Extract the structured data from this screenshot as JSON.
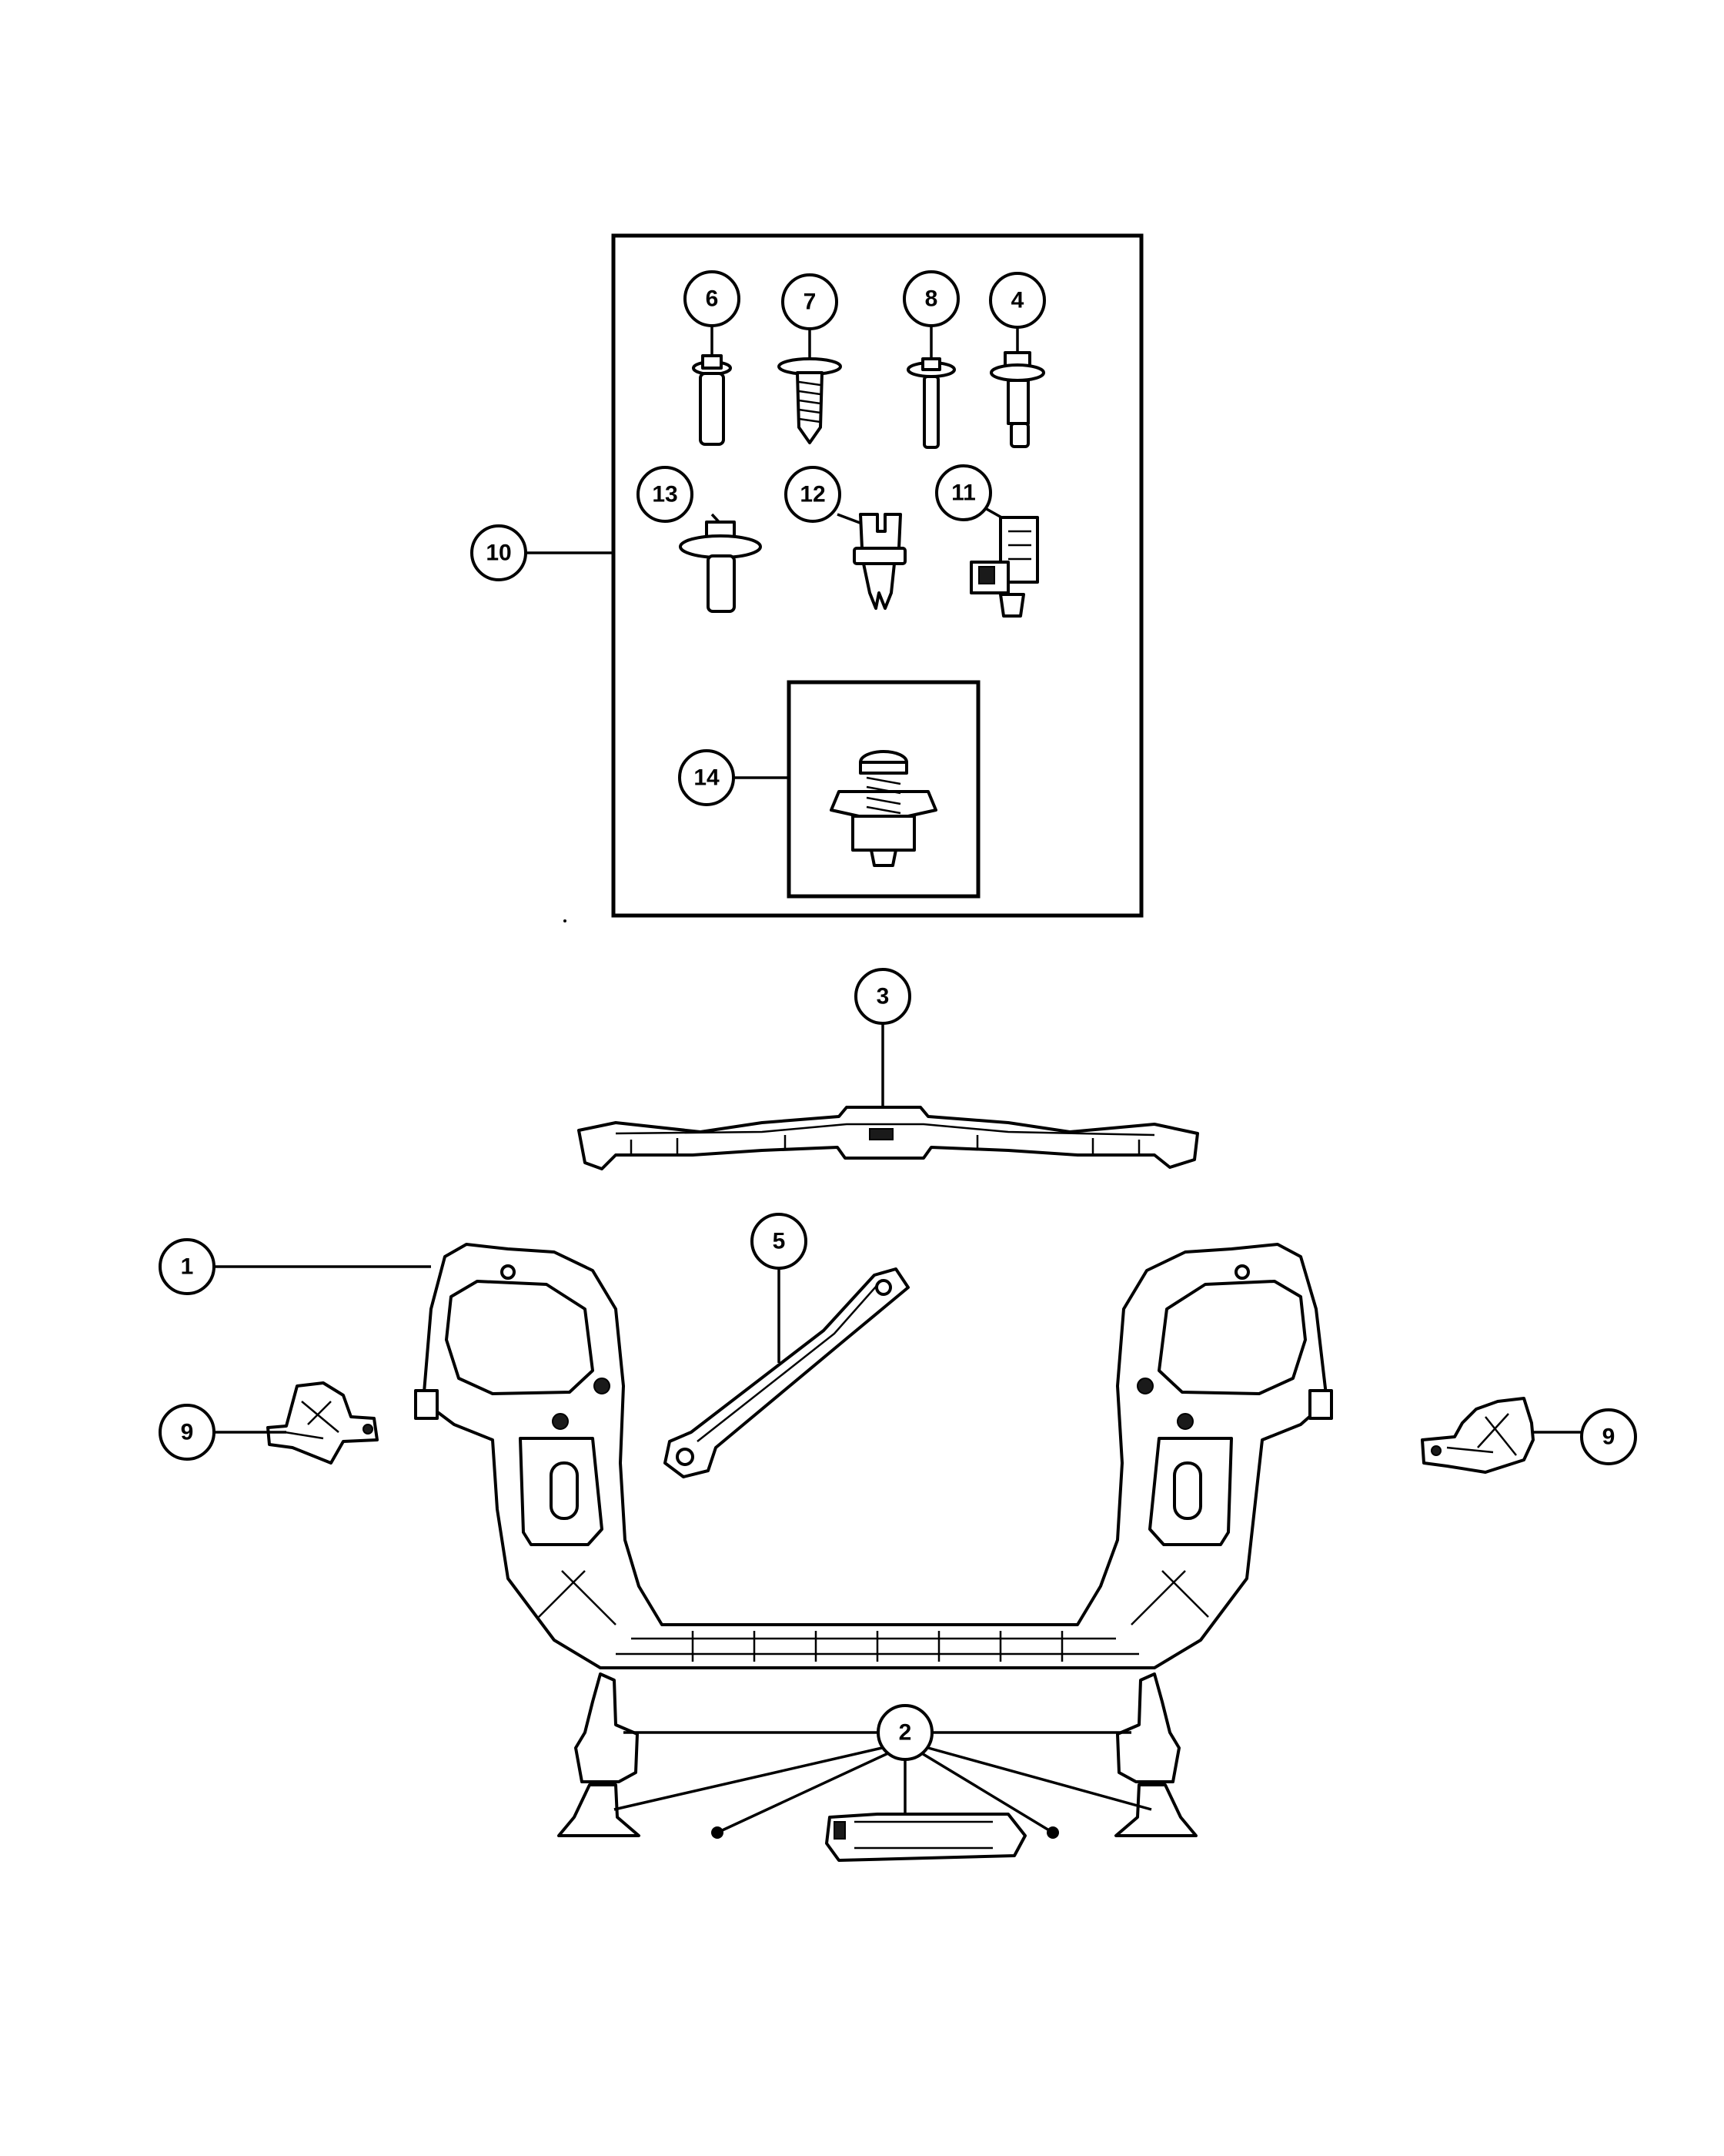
{
  "callouts": {
    "c1": "1",
    "c2": "2",
    "c3": "3",
    "c4": "4",
    "c5": "5",
    "c6": "6",
    "c7": "7",
    "c8": "8",
    "c9_left": "9",
    "c9_right": "9",
    "c10": "10",
    "c11": "11",
    "c12": "12",
    "c13": "13",
    "c14": "14"
  },
  "parts": [
    {
      "ref": "1",
      "icon": "radiator-support-frame-icon"
    },
    {
      "ref": "2",
      "icon": "lower-bracket-icon"
    },
    {
      "ref": "3",
      "icon": "upper-crossmember-icon"
    },
    {
      "ref": "4",
      "icon": "stepped-bolt-icon"
    },
    {
      "ref": "5",
      "icon": "support-rod-icon"
    },
    {
      "ref": "6",
      "icon": "shoulder-bolt-icon"
    },
    {
      "ref": "7",
      "icon": "push-pin-fastener-icon"
    },
    {
      "ref": "8",
      "icon": "stud-bolt-icon"
    },
    {
      "ref": "9",
      "icon": "side-bracket-icon"
    },
    {
      "ref": "10",
      "icon": "fastener-kit-box"
    },
    {
      "ref": "11",
      "icon": "retainer-clip-icon"
    },
    {
      "ref": "12",
      "icon": "push-clip-icon"
    },
    {
      "ref": "13",
      "icon": "flange-bolt-icon"
    },
    {
      "ref": "14",
      "icon": "spring-fastener-icon"
    }
  ]
}
